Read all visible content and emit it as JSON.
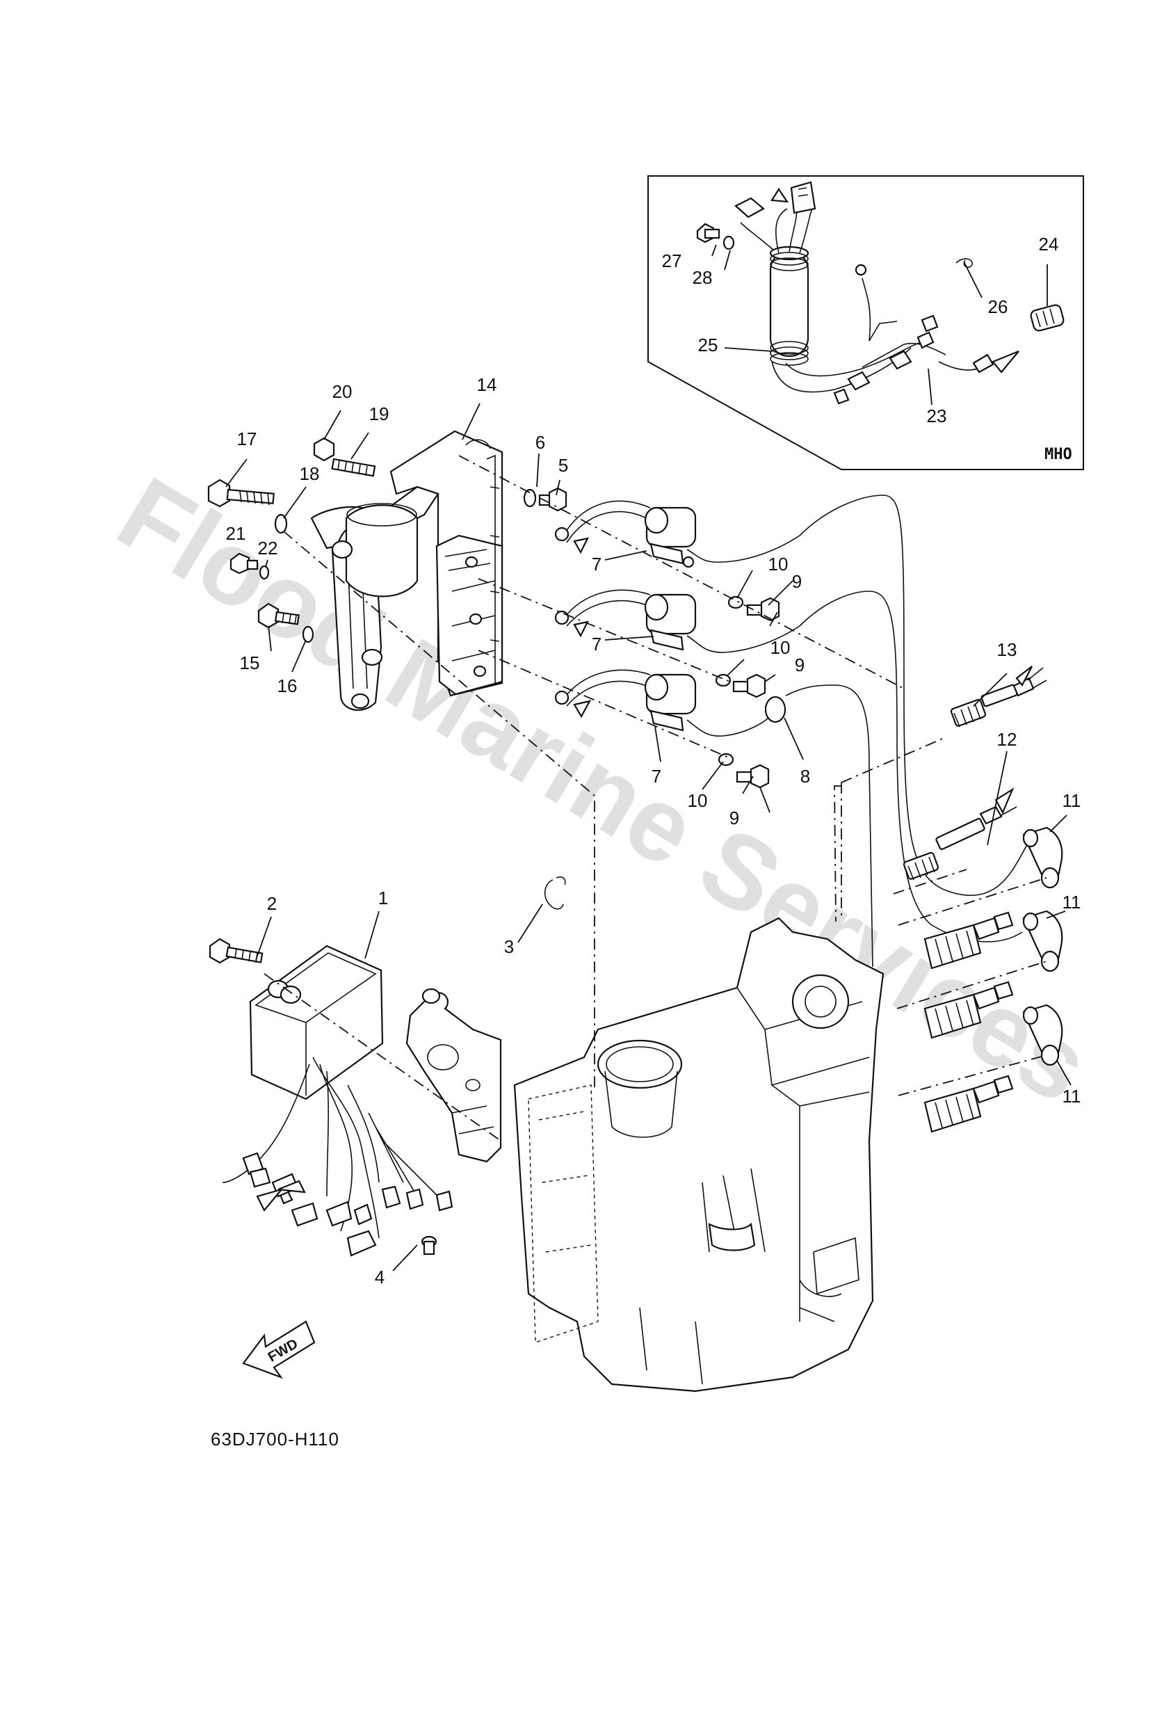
{
  "diagram_code": "63DJ700-H110",
  "watermark": "Flood Marine Services",
  "inset_label": "MHO",
  "fwd_label": "FWD",
  "callouts": [
    "1",
    "2",
    "3",
    "4",
    "5",
    "6",
    "7",
    "7",
    "7",
    "8",
    "9",
    "9",
    "9",
    "10",
    "10",
    "10",
    "11",
    "11",
    "11",
    "12",
    "13",
    "14",
    "15",
    "16",
    "17",
    "18",
    "19",
    "20",
    "21",
    "22",
    "23",
    "24",
    "25",
    "26",
    "27",
    "28"
  ]
}
